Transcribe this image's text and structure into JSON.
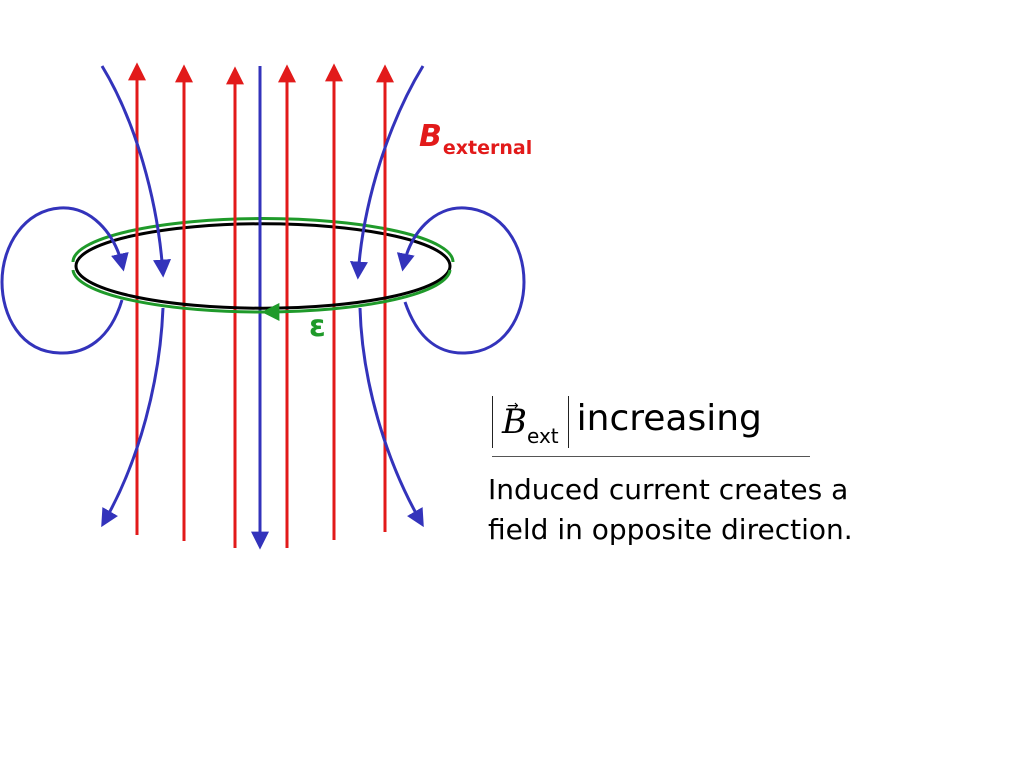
{
  "labels": {
    "b_symbol": "B",
    "b_subscript": "external",
    "emf_symbol": "ε"
  },
  "equation": {
    "vector_arrow": "→",
    "symbol": "B",
    "subscript": "ext",
    "word": "increasing"
  },
  "caption": {
    "line1": "Induced current creates a",
    "line2": "field in opposite direction."
  },
  "colors": {
    "external_field": "#e21a1a",
    "induced_field": "#3333bb",
    "loop": "#1f9a2a",
    "emf_label": "#1f9a2a"
  }
}
